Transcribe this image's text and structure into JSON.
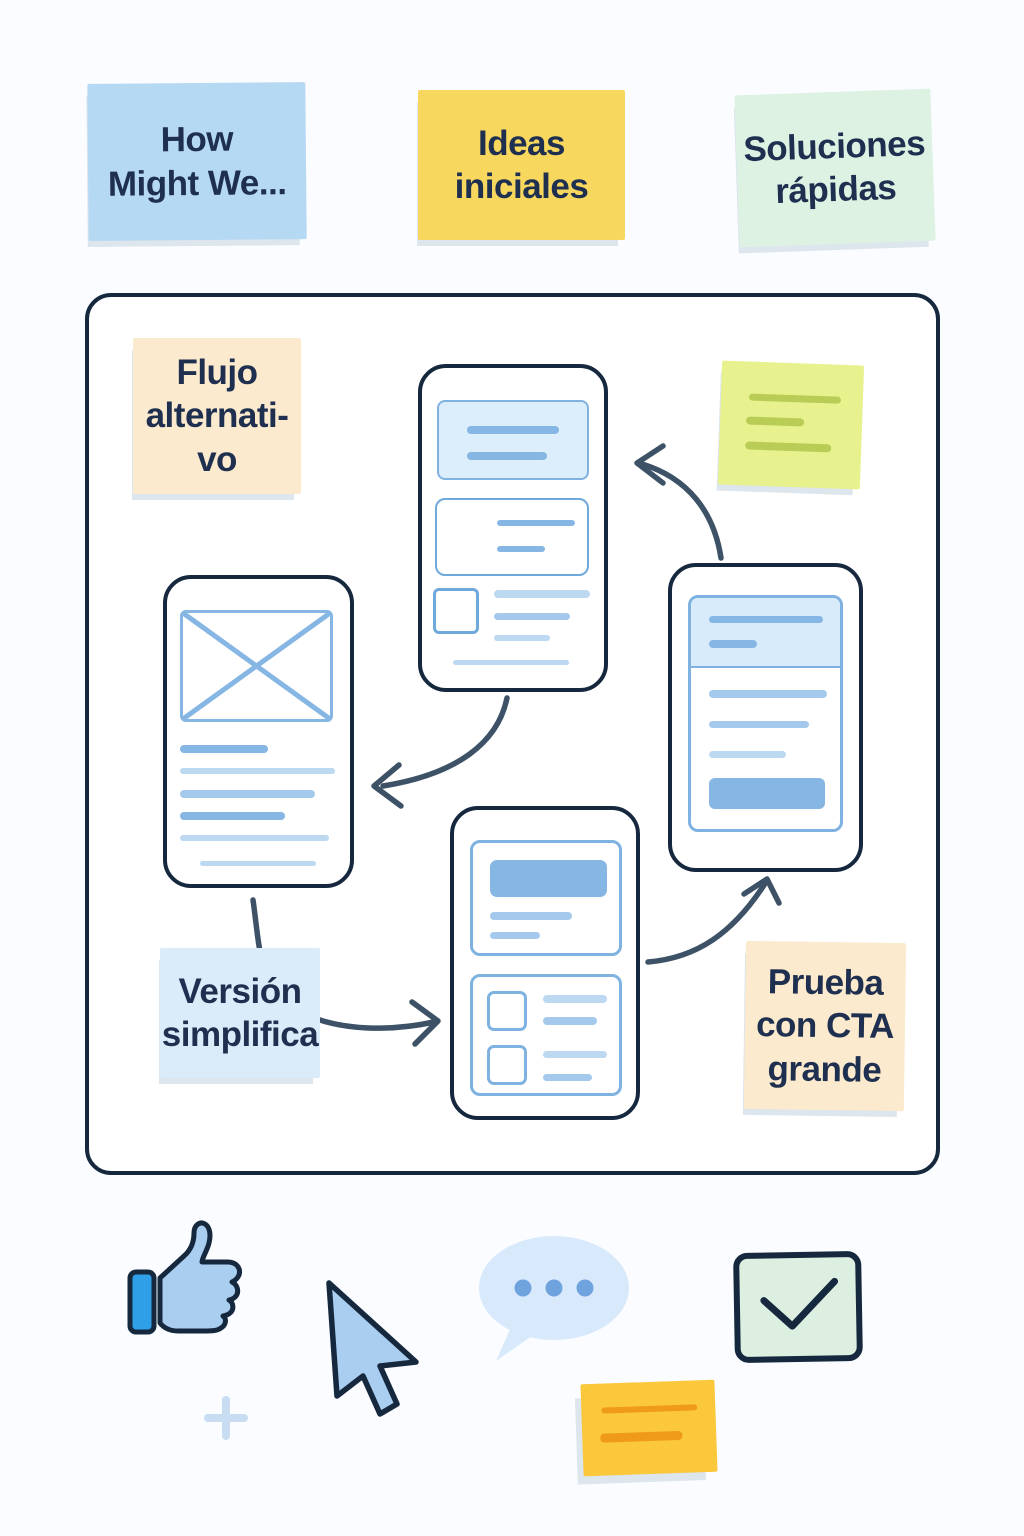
{
  "palette": {
    "page-bg": "#FAFCFF",
    "ink": "#16283E",
    "note-text": "#1E2F4F",
    "arrow": "#3D5266",
    "wire-border": "#6FA9DC",
    "wire-border-strong": "#7FB2E0",
    "wire-fill": "#DCEDFB",
    "wire-fill-header": "#D8EBFA",
    "bar-strong": "#86B6E3",
    "bar-mid": "#A5C9EC",
    "bar-light": "#BDD8F1",
    "note-blue": "#B5D8F3",
    "note-yellow": "#F8D75F",
    "note-green": "#DDF2E3",
    "note-peach": "#FBEACD",
    "note-lime": "#E7F18E",
    "note-lime-line": "#B9CC55",
    "note-lightblue": "#DAEBF9",
    "note-orange": "#FBC73B",
    "note-orange-line": "#F09A19",
    "icon-blue": "#A9CEF0",
    "icon-cuff": "#2F9FE8",
    "bubble-fill": "#D7E9FB",
    "bubble-dot": "#6FA3DE",
    "check-fill": "#DCEFE0",
    "plus": "#C8DDF2",
    "shadow": "#DDE5ED"
  },
  "top_notes": [
    {
      "id": "how-might-we",
      "lines": [
        "How",
        "Might We..."
      ],
      "color": "#B5D8F3"
    },
    {
      "id": "ideas-iniciales",
      "lines": [
        "Ideas",
        "iniciales"
      ],
      "color": "#F8D75F"
    },
    {
      "id": "soluciones-rapidas",
      "lines": [
        "Soluciones",
        "rápidas"
      ],
      "color": "#DDF2E3"
    }
  ],
  "board_notes": [
    {
      "id": "flujo-alternativo",
      "lines": [
        "Flujo",
        "alternati-",
        "vo"
      ],
      "color": "#FBEACD"
    },
    {
      "id": "lime-note",
      "lines": [],
      "color": "#E7F18E"
    },
    {
      "id": "version-simplifica",
      "lines": [
        "Versión",
        "simplifica"
      ],
      "color": "#DAEBF9"
    },
    {
      "id": "prueba-cta-grande",
      "lines": [
        "Prueba",
        "con CTA",
        "grande"
      ],
      "color": "#FBEAD2"
    }
  ],
  "wireframes": [
    {
      "id": "phone-top"
    },
    {
      "id": "phone-left"
    },
    {
      "id": "phone-right"
    },
    {
      "id": "phone-bottom"
    }
  ],
  "connectors": [
    {
      "id": "right-phone-to-top-phone"
    },
    {
      "id": "top-phone-to-left-phone"
    },
    {
      "id": "left-phone-to-bottom-phone"
    },
    {
      "id": "bottom-phone-to-right-phone"
    }
  ],
  "footer_icons": [
    {
      "id": "thumbs-up-icon"
    },
    {
      "id": "plus-icon"
    },
    {
      "id": "cursor-icon"
    },
    {
      "id": "speech-bubble-icon"
    },
    {
      "id": "checkbox-check-icon"
    },
    {
      "id": "orange-note"
    }
  ]
}
